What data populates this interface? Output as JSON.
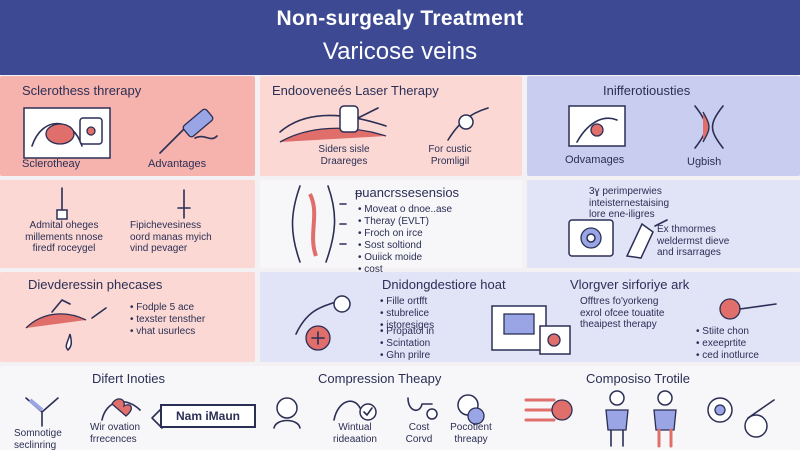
{
  "header": {
    "title_line1": "Non-surgealy Treatment",
    "title_line2": "Varicose veins"
  },
  "row1": {
    "sclero": {
      "title": "Sclerothess threrapy",
      "label_left": "Sclerotheay",
      "label_right": "Advantages"
    },
    "laser": {
      "title": "Endooveneés  Laser Therapy",
      "note_left": [
        "Siders sisle",
        "Draareges"
      ],
      "note_right": [
        "For custic",
        "Promligil"
      ]
    },
    "info": {
      "title": "Inifferotiousties",
      "label_left": "Odvamages",
      "label_right": "Ugbish"
    }
  },
  "row2": {
    "left": {
      "note_a": [
        "Admital oheges",
        "millements nnose",
        "firedf roceygel"
      ],
      "note_b": [
        "Fipichevesiness",
        "oord manas myich",
        "vind pevager"
      ]
    },
    "middle": {
      "title": "ᵽuancrssesensios",
      "bullets": [
        "Moveat o dnoe..ase",
        "Theray (EVLT)",
        "Froch on irce",
        "Sost soltiond",
        "Ouiick moide",
        "cost"
      ]
    },
    "right": {
      "note_top": [
        "3ɣ perimperwies",
        "inteisternestaising",
        "lore ene-iligres"
      ],
      "note_bottom": [
        "Ex thmormes",
        "weldermst dieve",
        "and irsarrages"
      ]
    }
  },
  "row3": {
    "left": {
      "title": "Dievderessin phecases",
      "bullets": [
        "Fodple 5 ace",
        "texster tensther",
        "vhat usurlecs"
      ]
    },
    "right": {
      "title": "Dnidongdestiore hoat",
      "title_right": "Vlorgver sirforiye ark",
      "bullets_a": [
        "Fille ortfft",
        "stubrelice",
        "istoresiges"
      ],
      "bullets_b": [
        "Propatol in",
        "Scintation",
        "Ghn prilre"
      ],
      "center_note": [
        "Offtres fo'yorkeng",
        "exrol ofcee touatite",
        "theaipest therapy"
      ],
      "bullets_c": [
        "Stiite chon",
        "exeeprtite",
        "ced inotlurce"
      ]
    }
  },
  "row4": {
    "col1": {
      "title": "Difert Inoties",
      "cap_a": [
        "Somnotige",
        "seclinring"
      ],
      "cap_b": [
        "Wir ovation",
        "frrecences"
      ],
      "badge": "Nam iMaun"
    },
    "col2": {
      "title": "Compression Theapy",
      "cap_a": [
        "Wintual",
        "rideaation"
      ],
      "cap_b": [
        "Cost",
        "Corvd"
      ],
      "cap_c": [
        "Pocotient",
        "threapy"
      ]
    },
    "col3": {
      "title": "Composiso Trotile"
    }
  }
}
